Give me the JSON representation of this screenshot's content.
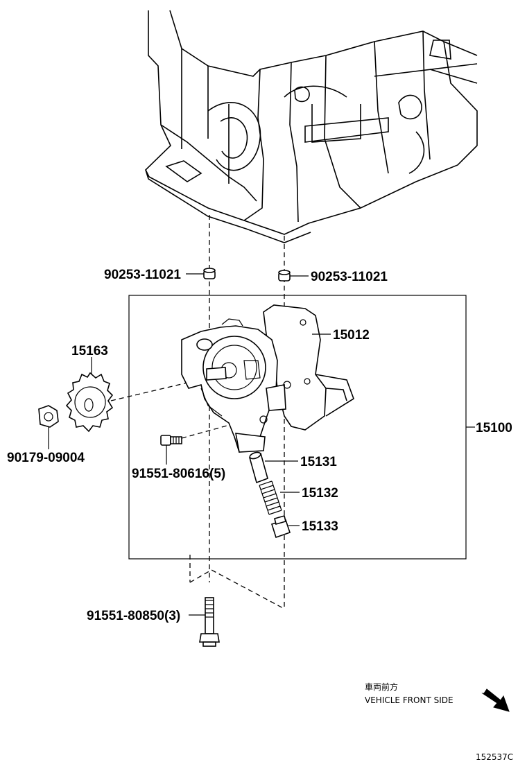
{
  "labels": {
    "collar_left": "90253-11021",
    "collar_right": "90253-11021",
    "gasket": "15012",
    "sprocket": "15163",
    "oil_pump_assy": "15100",
    "nut": "90179-09004",
    "bolt_small": "91551-80616(5)",
    "valve": "15131",
    "spring": "15132",
    "plug": "15133",
    "bolt_long": "91551-80850(3)"
  },
  "direction": {
    "japanese": "車両前方",
    "english": "VEHICLE FRONT SIDE",
    "arrow_icon": "arrow-down-right-icon"
  },
  "figure_id": "152537C"
}
